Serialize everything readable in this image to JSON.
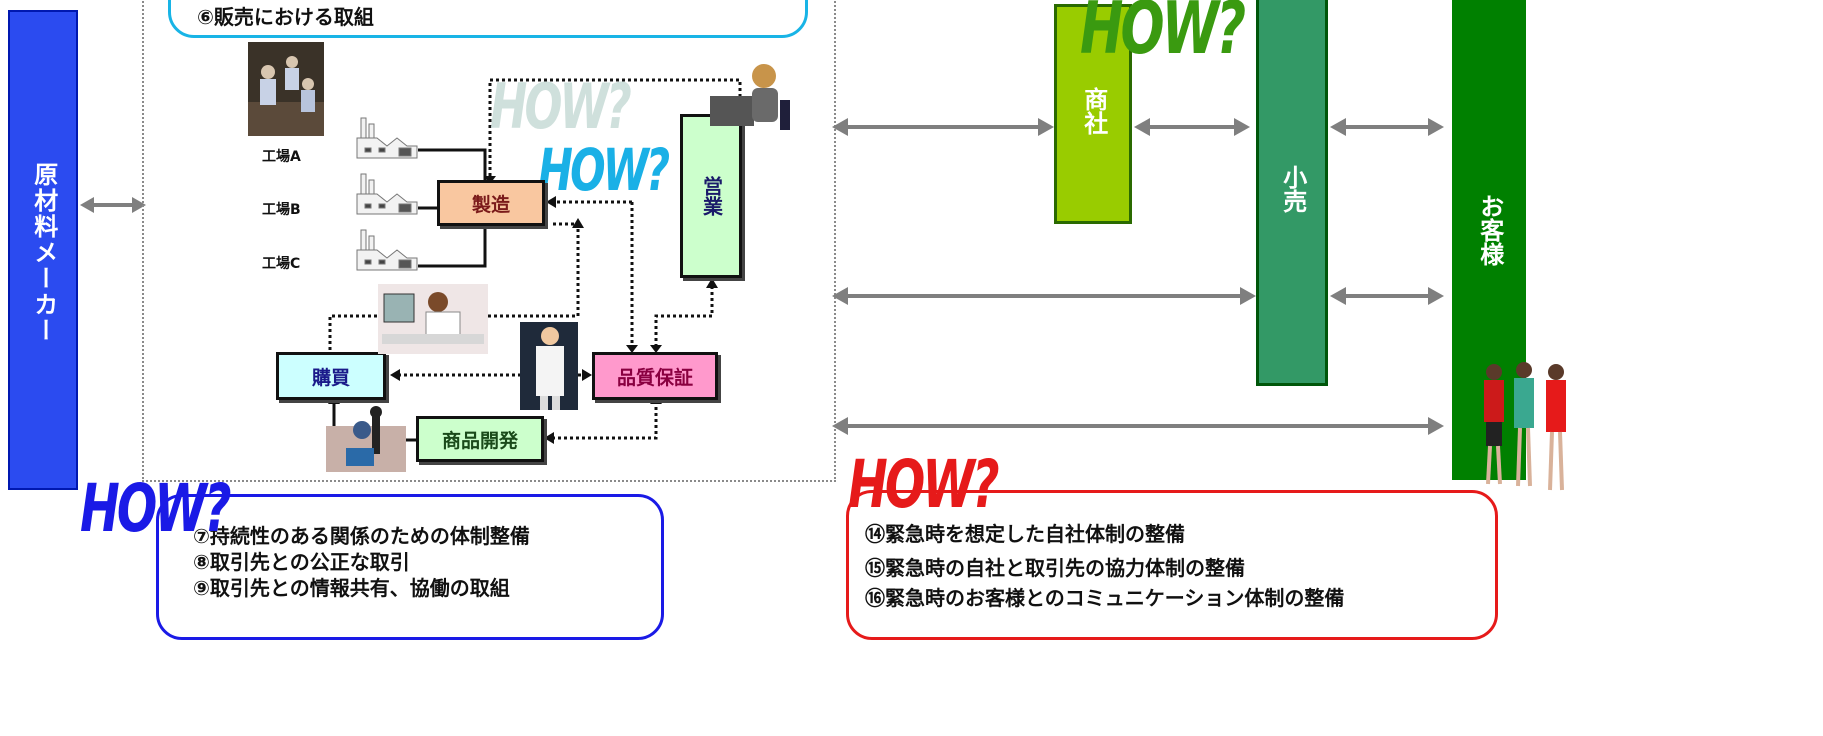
{
  "left_bar": {
    "label": "原材料メーカー",
    "color": "#2B4BF0"
  },
  "top_callout": {
    "line": "⑥販売における取組"
  },
  "flow_diagram": {
    "factories": [
      "工場A",
      "工場B",
      "工場C"
    ],
    "manufacturing": "製造",
    "sales": "営業",
    "purchasing": "購買",
    "quality_assurance": "品質保証",
    "product_development": "商品開発",
    "how_text": "HOW?"
  },
  "right_side": {
    "trading_company": "商社",
    "retail": "小売",
    "customers": "お客様",
    "colors": {
      "trading": "#99CC00",
      "retail": "#339966",
      "customers": "#008000"
    }
  },
  "bottom_left_callout": {
    "how_text": "HOW?",
    "lines": [
      "⑦持続性のある関係のための体制整備",
      "⑧取引先との公正な取引",
      "⑨取引先との情報共有、協働の取組"
    ],
    "border_color": "#1A1AE6"
  },
  "bottom_right_callout": {
    "how_text": "HOW?",
    "lines": [
      "⑭緊急時を想定した自社体制の整備",
      "⑮緊急時の自社と取引先の協力体制の整備",
      "⑯緊急時のお客様とのコミュニケーション体制の整備"
    ],
    "border_color": "#E61A1A"
  },
  "top_right_how": "HOW?"
}
